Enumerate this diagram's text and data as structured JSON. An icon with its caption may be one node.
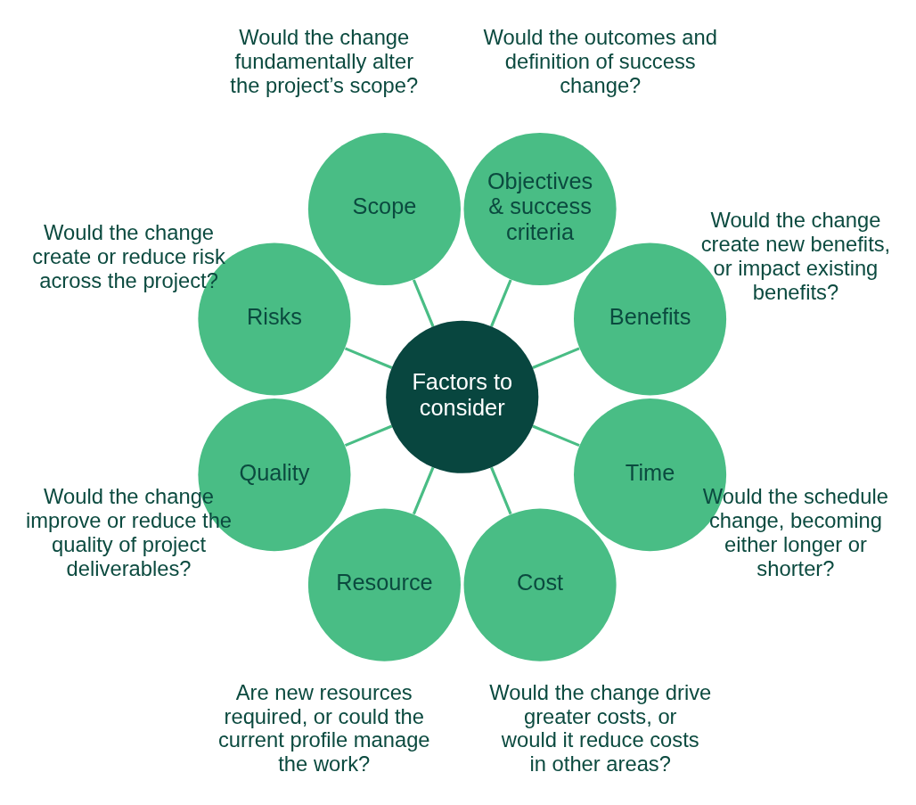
{
  "diagram": {
    "nodes": [
      {
        "text": [
          "Factors to consider"
        ]
      },
      {
        "text": [
          "Scope"
        ],
        "beside": [
          "Would the change fundamentally alter the project’s scope?"
        ]
      },
      {
        "text": [
          "Objectives & success criteria"
        ],
        "beside": [
          "Would the outcomes and definition of success change?"
        ]
      },
      {
        "text": [
          "Benefits"
        ],
        "beside": [
          "Would the change create new benefits, or impact existing benefits?"
        ]
      },
      {
        "text": [
          "Time"
        ],
        "beside": [
          "Would the schedule change, becoming either longer or shorter?"
        ]
      },
      {
        "text": [
          "Cost"
        ],
        "beside": [
          "Would the change drive greater costs, or would it reduce costs in other areas?"
        ]
      },
      {
        "text": [
          "Resource"
        ],
        "beside": [
          "Are new resources required, or could the current profile manage the work?"
        ]
      },
      {
        "text": [
          "Quality"
        ],
        "beside": [
          "Would the change improve or reduce the quality of project deliverables?"
        ]
      },
      {
        "text": [
          "Risks"
        ],
        "beside": [
          "Would the change create or reduce risk across the project?"
        ]
      }
    ],
    "edges": [
      {
        "from": 0,
        "to": 1,
        "arrow": "none"
      },
      {
        "from": 0,
        "to": 2,
        "arrow": "none"
      },
      {
        "from": 0,
        "to": 3,
        "arrow": "none"
      },
      {
        "from": 0,
        "to": 4,
        "arrow": "none"
      },
      {
        "from": 0,
        "to": 5,
        "arrow": "none"
      },
      {
        "from": 0,
        "to": 6,
        "arrow": "none"
      },
      {
        "from": 0,
        "to": 7,
        "arrow": "none"
      },
      {
        "from": 0,
        "to": 8,
        "arrow": "none"
      }
    ]
  }
}
